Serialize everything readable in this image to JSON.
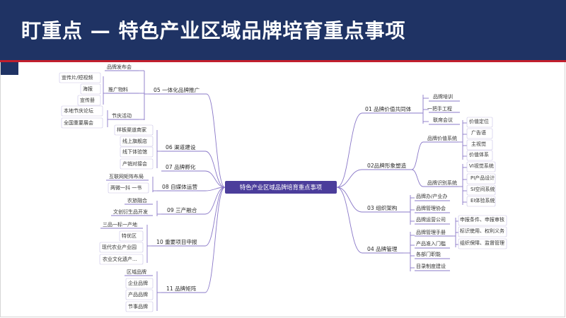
{
  "slide": {
    "title": "盯重点 — 特色产业区域品牌培育重点事项"
  },
  "mindmap": {
    "center": "特色产业区域品牌培育重点事项",
    "right": [
      {
        "label": "01 品牌价值共同体",
        "children": [
          {
            "label": "品牌培训"
          },
          {
            "label": "一把手工程"
          },
          {
            "label": "联席会议"
          }
        ]
      },
      {
        "label": "02品牌形象塑造",
        "children": [
          {
            "label": "品牌价值系统",
            "children": [
              "价值定位",
              "广告语",
              "主视觉",
              "价值体系"
            ]
          },
          {
            "label": "品牌识别系统",
            "children": [
              "VI视觉系统",
              "PI产品设计",
              "SI空间系统",
              "EI体验系统"
            ]
          }
        ]
      },
      {
        "label": "03 组织架构",
        "children": [
          {
            "label": "品牌办/产业办"
          },
          {
            "label": "品牌管理协会"
          },
          {
            "label": "品牌运营公司"
          }
        ]
      },
      {
        "label": "04 品牌管理",
        "children": [
          {
            "label": "品牌管理手册",
            "children": [
              "申报条件、申报审核",
              "标识使用、权利义务",
              "组织保障、监督管理"
            ]
          },
          {
            "label": "产品准入门槛"
          },
          {
            "label": "各部门职能"
          },
          {
            "label": "目录制度建设"
          }
        ]
      }
    ],
    "left": [
      {
        "label": "05 一体化品牌推广",
        "children": [
          {
            "label": "品牌发布会"
          },
          {
            "label": "推广物料",
            "children": [
              "宣传片/短视频",
              "海报",
              "宣传册"
            ]
          },
          {
            "label": "节庆活动",
            "children": [
              "本地节庆论坛",
              "全国重要展会"
            ]
          }
        ]
      },
      {
        "label": "06 渠道建设",
        "children": [
          {
            "label": "样板渠道商家"
          },
          {
            "label": "线上旗舰店"
          },
          {
            "label": "线下体验馆"
          },
          {
            "label": "产销对接会"
          }
        ]
      },
      {
        "label": "07 品牌孵化"
      },
      {
        "label": "08 自媒体运营",
        "children": [
          {
            "label": "互联网矩阵布局"
          },
          {
            "label": "两微一抖 一书"
          }
        ]
      },
      {
        "label": "09 三产融合",
        "children": [
          {
            "label": "农旅融合"
          },
          {
            "label": "文创衍生品开发"
          }
        ]
      },
      {
        "label": "10 重要项目申报",
        "children": [
          {
            "label": "三品一标一产地"
          },
          {
            "label": "特优区"
          },
          {
            "label": "现代农业产业园"
          },
          {
            "label": "农业文化遗产..."
          }
        ]
      },
      {
        "label": "11 品牌矩阵",
        "children": [
          {
            "label": "区域品牌"
          },
          {
            "label": "企业品牌"
          },
          {
            "label": "产品品牌"
          },
          {
            "label": "节事品牌"
          }
        ]
      }
    ]
  }
}
